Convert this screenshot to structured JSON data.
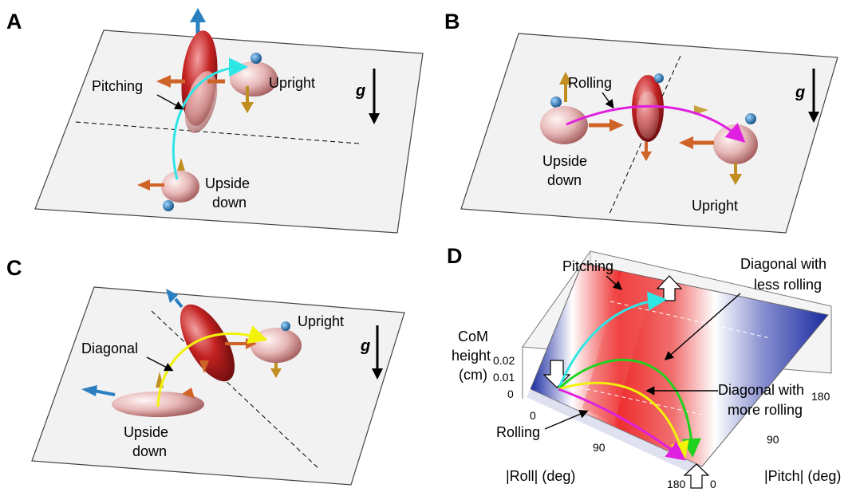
{
  "panels": {
    "A": {
      "letter": "A",
      "labels": {
        "upright": "Upright",
        "pitching": "Pitching",
        "upside_down_1": "Upside",
        "upside_down_2": "down",
        "gravity": "g"
      }
    },
    "B": {
      "letter": "B",
      "labels": {
        "rolling": "Rolling",
        "upside_down_1": "Upside",
        "upside_down_2": "down",
        "upright": "Upright",
        "gravity": "g"
      }
    },
    "C": {
      "letter": "C",
      "labels": {
        "diagonal": "Diagonal",
        "upright": "Upright",
        "upside_down_1": "Upside",
        "upside_down_2": "down",
        "gravity": "g"
      }
    },
    "D": {
      "letter": "D",
      "labels": {
        "pitching": "Pitching",
        "diag_less_1": "Diagonal with",
        "diag_less_2": "less rolling",
        "diag_more_1": "Diagonal with",
        "diag_more_2": "more rolling",
        "rolling": "Rolling"
      },
      "axes": {
        "z_label_1": "CoM",
        "z_label_2": "height",
        "z_label_3": "(cm)",
        "z_ticks": [
          "0.02",
          "0.01",
          "0"
        ],
        "roll_label": "|Roll| (deg)",
        "roll_ticks": [
          "0",
          "90",
          "180"
        ],
        "pitch_label": "|Pitch| (deg)",
        "pitch_ticks": [
          "0",
          "90",
          "180"
        ]
      }
    }
  },
  "colors": {
    "pitching": "#2ee6e6",
    "rolling": "#e020e0",
    "diagonal": "#f2f20a",
    "diagonal_less": "#1ed21e",
    "ellipsoid": "#e8b4b4",
    "ellipsoid_dark": "#b01818",
    "arrow_blue": "#2a7fc0",
    "arrow_orange": "#d06428",
    "arrow_gold": "#c08f20",
    "surface_red": "#ee3030",
    "surface_blue": "#121c9a"
  }
}
